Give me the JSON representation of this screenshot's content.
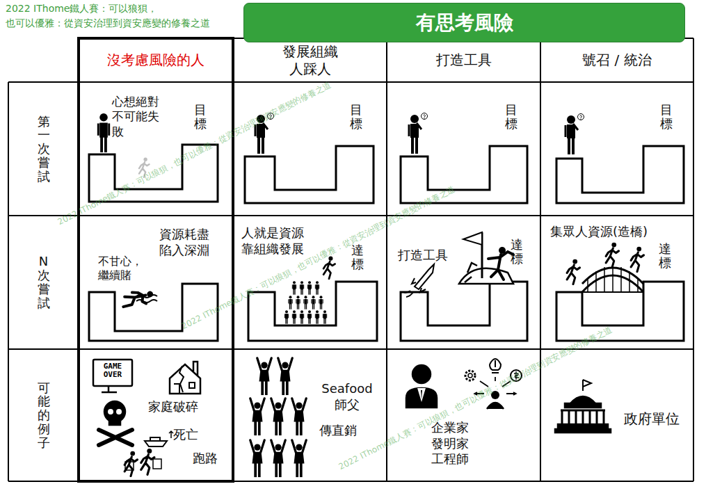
{
  "diagram": {
    "title": "有思考風險",
    "nodes": [
      {
        "text": [
          "沒考慮風險的人"
        ]
      },
      {
        "text": [
          "發展組織人踩人"
        ]
      },
      {
        "text": [
          "打造工具"
        ]
      },
      {
        "text": [
          "號召 / 統治"
        ]
      },
      {
        "text": [
          "第一次嘗試"
        ]
      },
      {
        "text": [
          "心想絕對不可能失敗",
          "目標"
        ]
      },
      {
        "text": [
          "目標"
        ]
      },
      {
        "text": [
          "目標"
        ]
      },
      {
        "text": [
          "目標"
        ]
      },
      {
        "text": [
          "N次嘗試"
        ]
      },
      {
        "text": [
          "資源耗盡陷入深淵",
          "不甘心，繼續賭"
        ]
      },
      {
        "text": [
          "人就是資源靠組織發展",
          "達標"
        ]
      },
      {
        "text": [
          "打造工具",
          "達標"
        ]
      },
      {
        "text": [
          "集眾人資源(造橋)",
          "達標"
        ]
      },
      {
        "text": [
          "可能的例子"
        ]
      },
      {
        "text": [
          "家庭破碎",
          "死亡",
          "跑路"
        ]
      },
      {
        "text": [
          "Seafood 師父",
          "傳直銷"
        ]
      },
      {
        "text": [
          "企業家發明家工程師"
        ]
      },
      {
        "text": [
          "政府單位"
        ]
      }
    ],
    "labels": [
      "2022 IThome鐵人賽：可以狼狽，",
      "也可以優雅：從資安治理到資安應變的修養之道",
      "GAME OVER",
      "2022 IThome鐵人賽：可以狼狽，也可以優雅：從資安治理到資安應變的修養之道",
      "2022 IThome鐵人賽：可以狼狽，也可以優雅：從資安治理到資安應變的修養之道",
      "2022 IThome鐵人賽：可以狼狽，也可以優雅：從資安治理到資安應變的修養之道"
    ]
  }
}
